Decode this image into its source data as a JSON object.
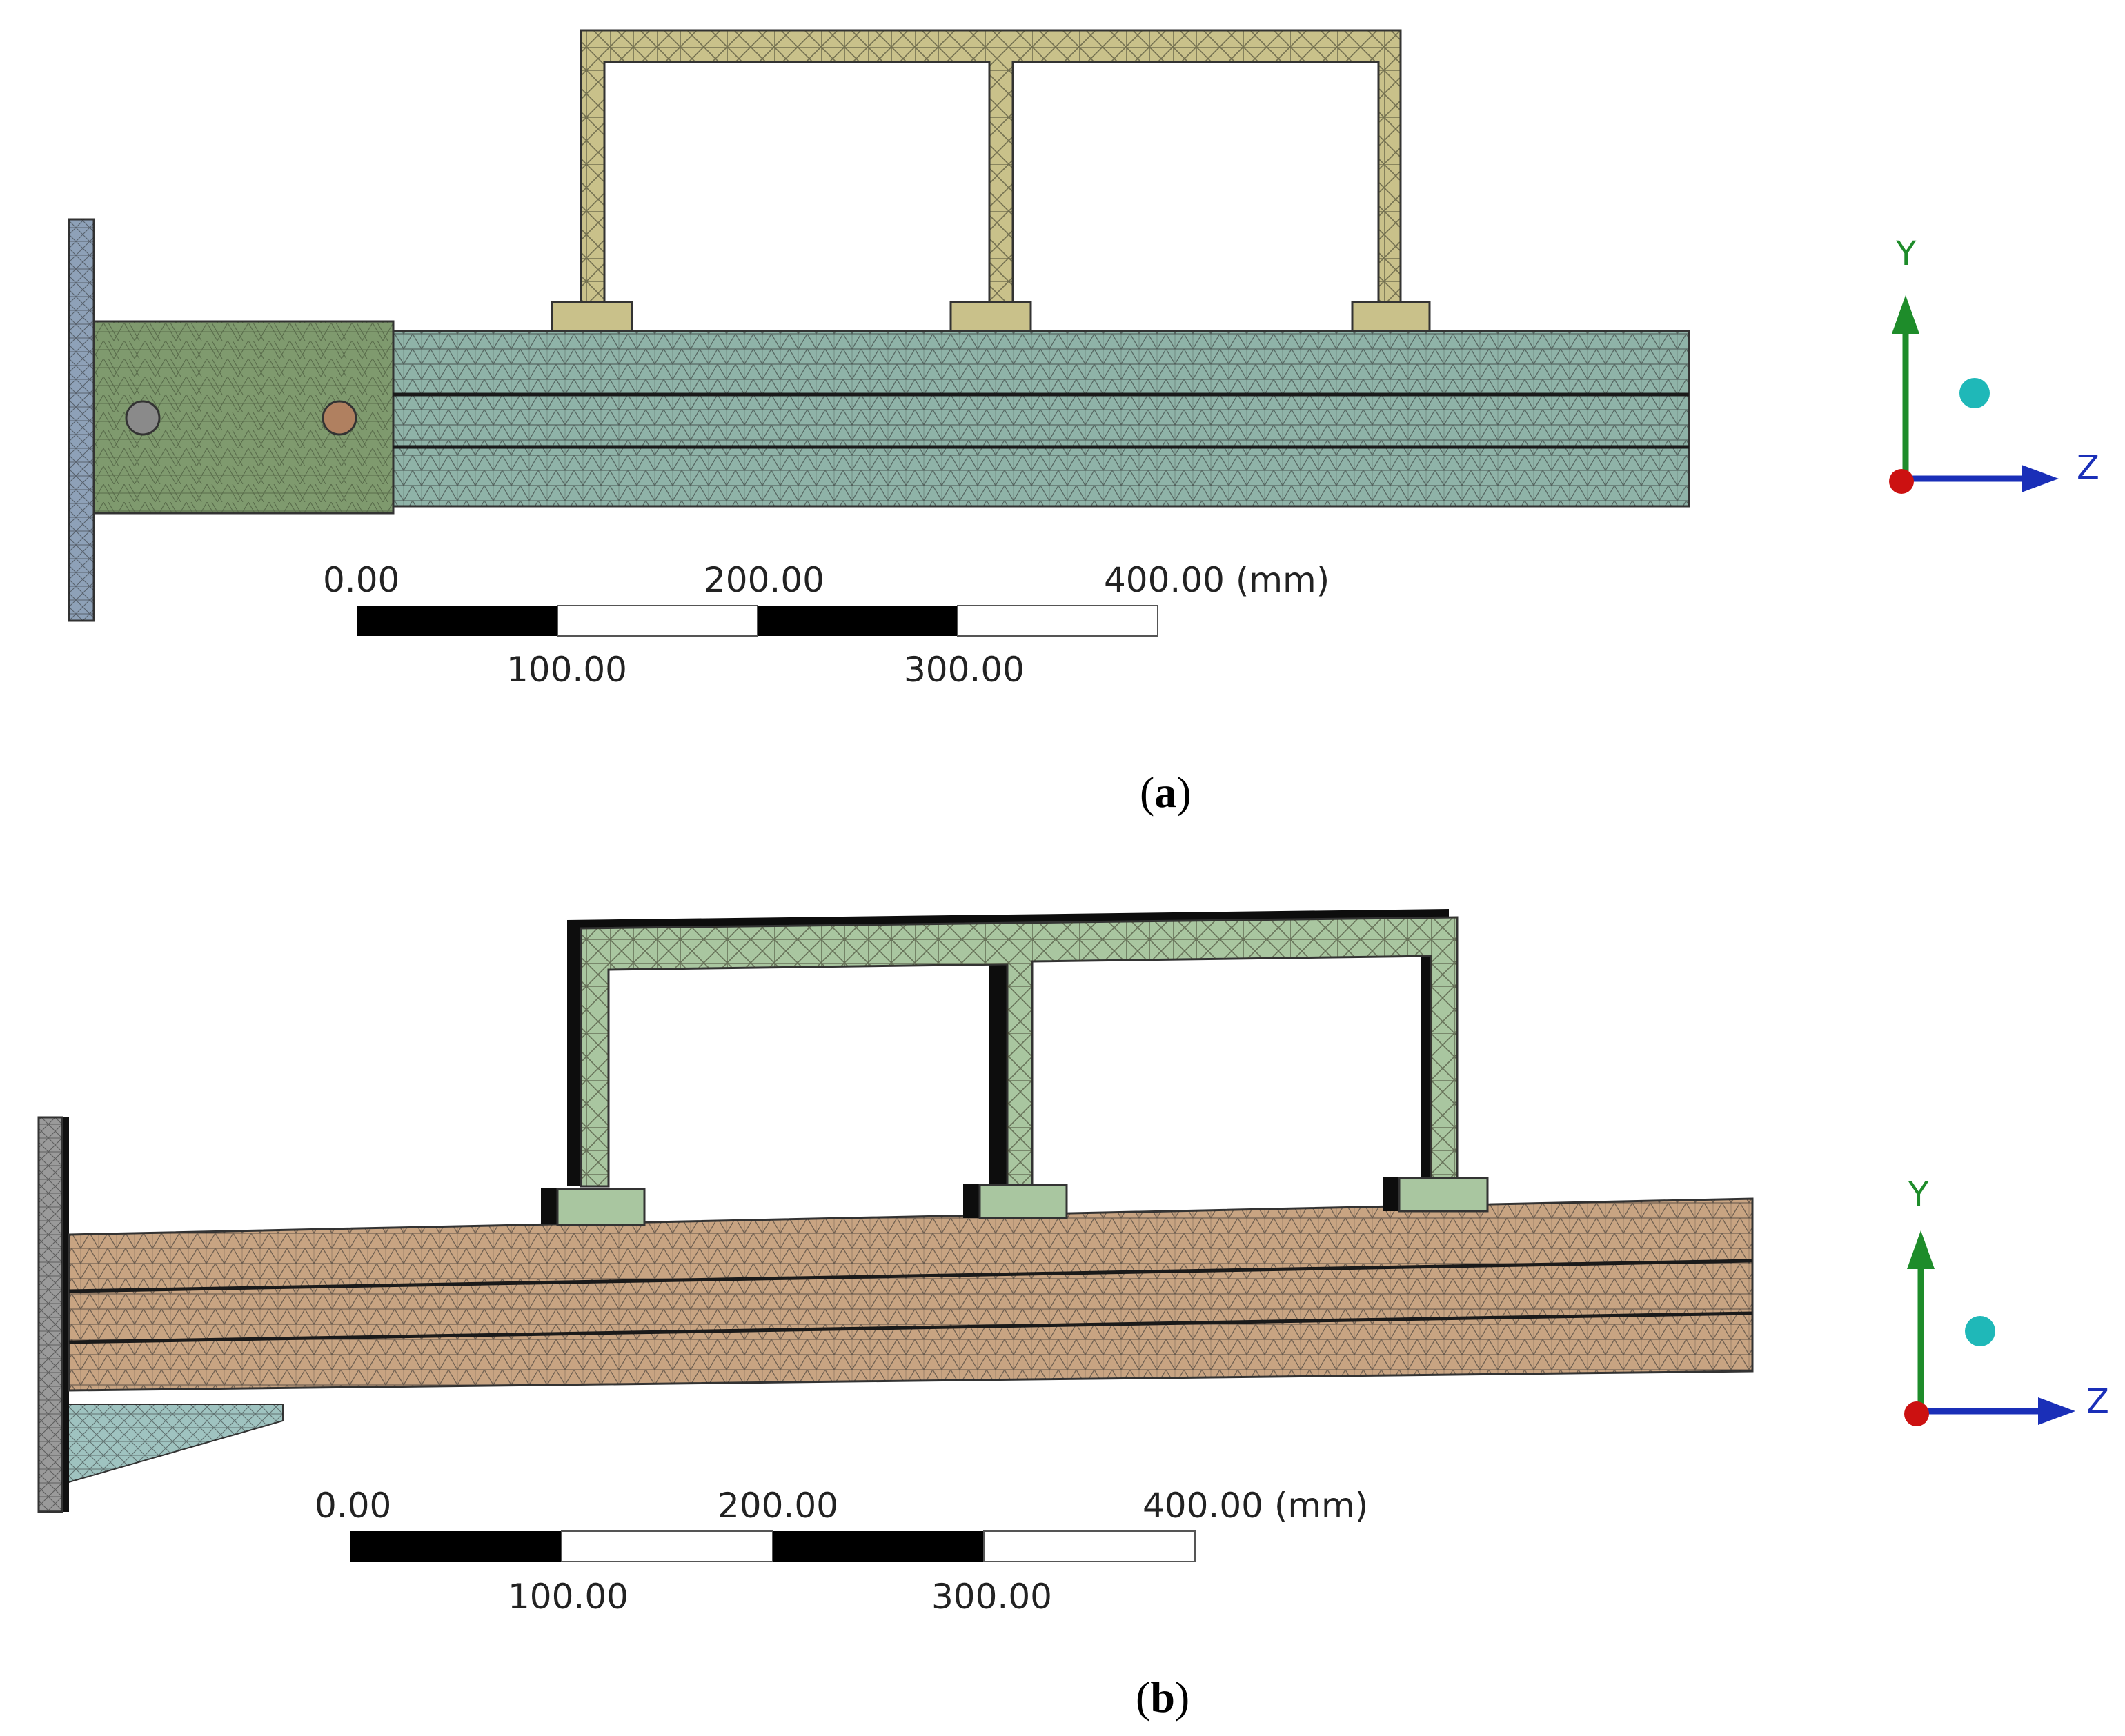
{
  "panels": [
    {
      "id": "a",
      "caption_open": "(",
      "caption_letter": "a",
      "caption_close": ")",
      "scale_bar": {
        "top_labels": [
          "0.00",
          "200.00",
          "400.00 (mm)"
        ],
        "bottom_labels": [
          "100.00",
          "300.00"
        ]
      },
      "triad": {
        "y_label": "Y",
        "z_label": "Z"
      },
      "colors": {
        "frame": "#c9c18a",
        "beam": "#8fb3a8",
        "end_block": "#7f9a6e",
        "end_plate": "#8ea1b8"
      }
    },
    {
      "id": "b",
      "caption_open": "(",
      "caption_letter": "b",
      "caption_close": ")",
      "scale_bar": {
        "top_labels": [
          "0.00",
          "200.00",
          "400.00 (mm)"
        ],
        "bottom_labels": [
          "100.00",
          "300.00"
        ]
      },
      "triad": {
        "y_label": "Y",
        "z_label": "Z"
      },
      "colors": {
        "frame": "#a9c6a0",
        "beam": "#c8a482",
        "bracket": "#9fc3c0",
        "end_plate": "#9a9a9a"
      }
    }
  ],
  "colors": {
    "y_axis": "#1e8c2a",
    "z_axis": "#1a2fb8",
    "x_axis_dot": "#cc1111",
    "triad_ball": "#1fb8b8"
  }
}
